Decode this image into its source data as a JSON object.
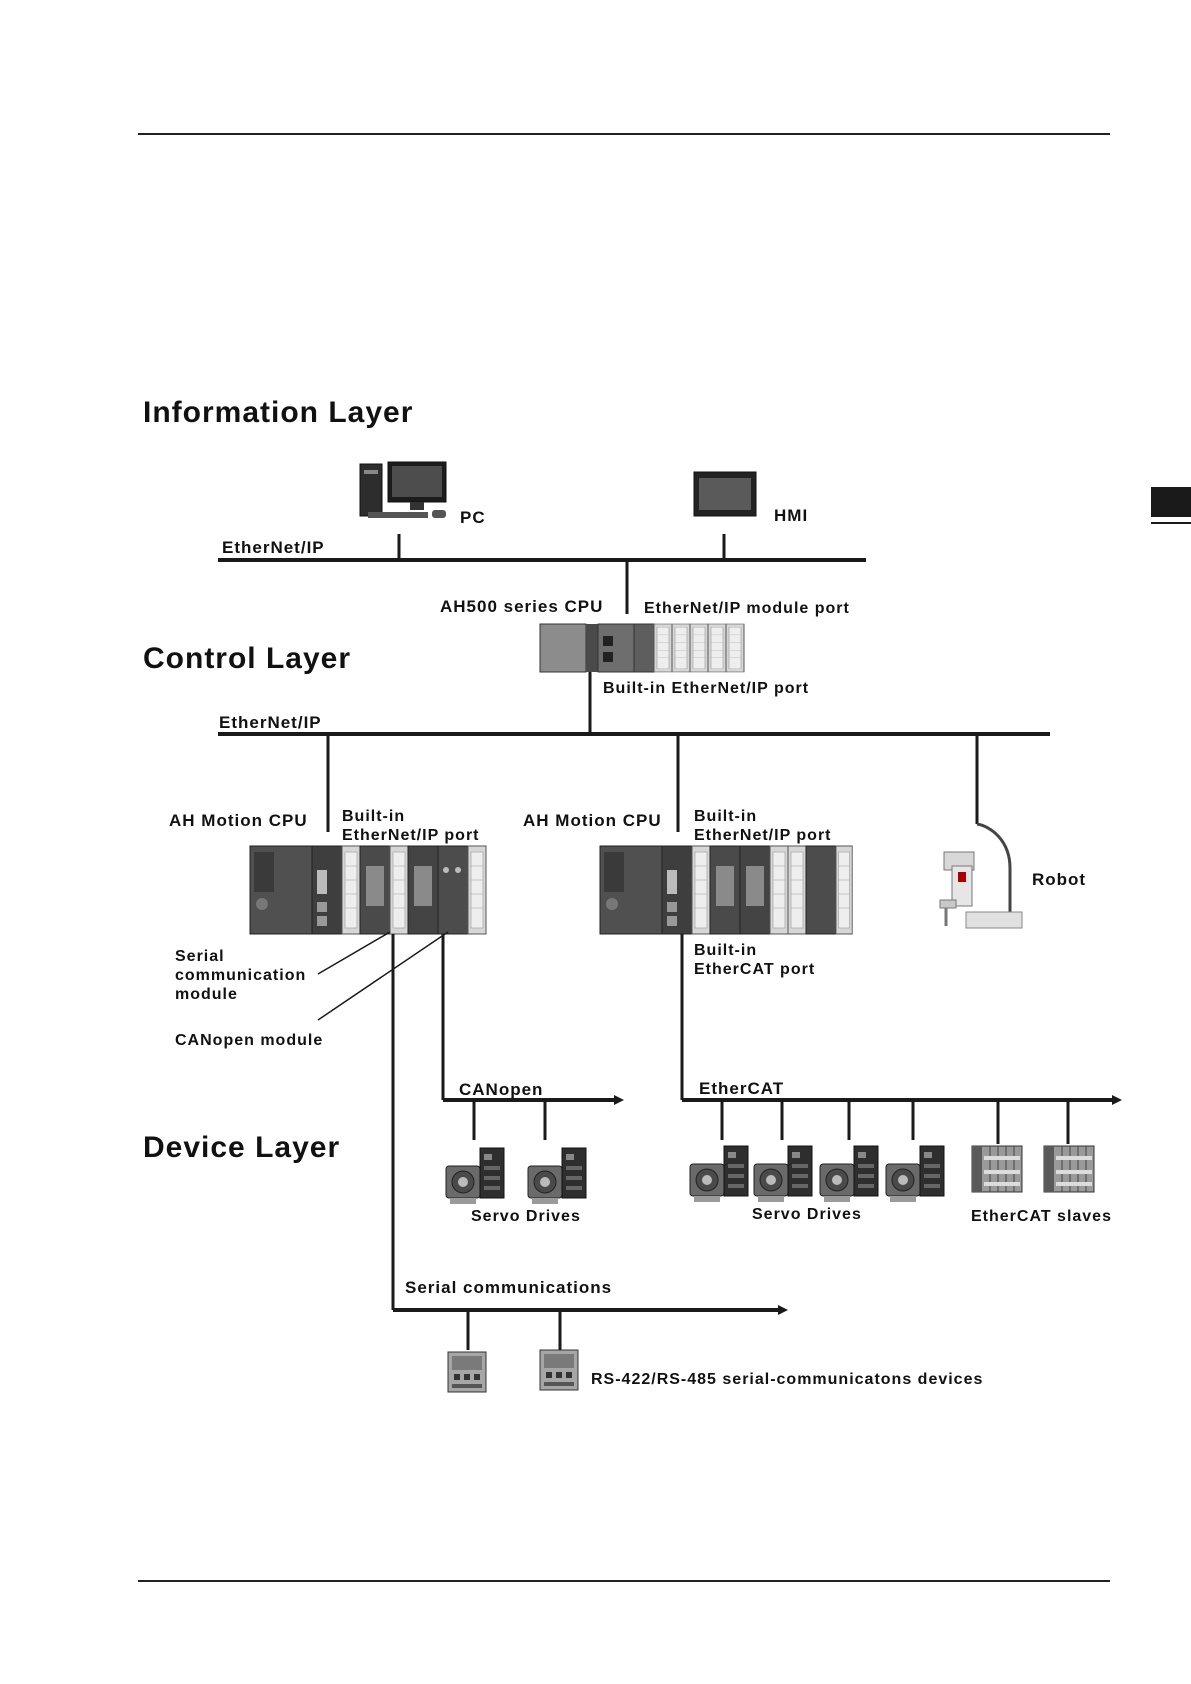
{
  "layers": {
    "information": "Information Layer",
    "control": "Control Layer",
    "device": "Device Layer"
  },
  "labels": {
    "pc": "PC",
    "hmi": "HMI",
    "ethernet_ip_top": "EtherNet/IP",
    "ah500_cpu": "AH500 series CPU",
    "ethernet_ip_module_port": "EtherNet/IP module port",
    "builtin_ethernet_ip_port": "Built-in EtherNet/IP port",
    "ethernet_ip_mid": "EtherNet/IP",
    "ah_motion_cpu_left": "AH Motion CPU",
    "builtin_left_1": "Built-in",
    "builtin_left_2": "EtherNet/IP port",
    "ah_motion_cpu_right": "AH Motion CPU",
    "builtin_right_1": "Built-in",
    "builtin_right_2": "EtherNet/IP port",
    "robot": "Robot",
    "serial_module_1": "Serial",
    "serial_module_2": "communication",
    "serial_module_3": "module",
    "canopen_module": "CANopen module",
    "builtin_ethercat_1": "Built-in",
    "builtin_ethercat_2": "EtherCAT port",
    "canopen": "CANopen",
    "ethercat": "EtherCAT",
    "servo_drives_left": "Servo Drives",
    "servo_drives_right": "Servo Drives",
    "ethercat_slaves": "EtherCAT slaves",
    "serial_communications": "Serial communications",
    "rs_devices": "RS-422/RS-485 serial-communicatons devices"
  },
  "colors": {
    "line": "#1a1a1a",
    "device_gray": "#8a8a8a",
    "device_dark": "#3a3a3a",
    "module_light": "#d8d8d8"
  },
  "icons": [
    "pc-icon",
    "hmi-icon",
    "plc-rack-icon",
    "robot-arm-icon",
    "servo-drive-icon",
    "ethercat-slave-icon",
    "serial-device-icon"
  ]
}
